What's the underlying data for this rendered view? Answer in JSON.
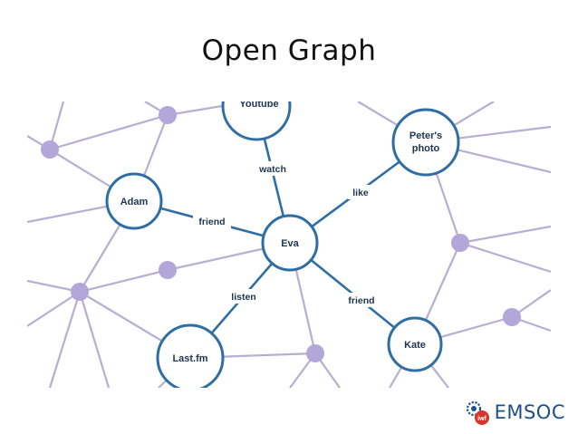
{
  "slide": {
    "title": "Open Graph"
  },
  "graph": {
    "nodes": {
      "youtube": "Youtube",
      "peters_photo_line1": "Peter's",
      "peters_photo_line2": "photo",
      "adam": "Adam",
      "eva": "Eva",
      "lastfm": "Last.fm",
      "kate": "Kate"
    },
    "relations": {
      "watch": "watch",
      "like": "like",
      "friend_adam": "friend",
      "listen": "listen",
      "friend_kate": "friend"
    }
  },
  "logo": {
    "text": "EMSOC",
    "badge": "iwf"
  },
  "colors": {
    "node_stroke": "#2f6ea5",
    "background_edges": "#b7aed4",
    "dots": "#b3a6d8",
    "logo_blue": "#1d4f8c",
    "logo_red": "#d8352a"
  }
}
